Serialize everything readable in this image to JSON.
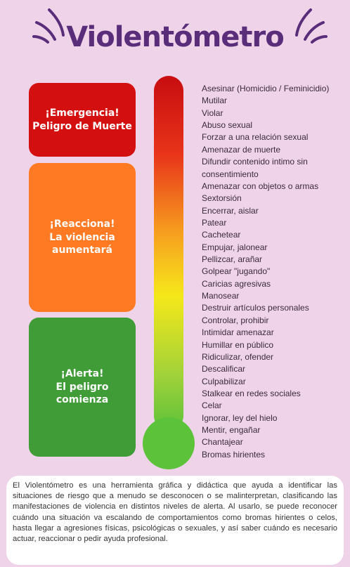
{
  "title": "Violentómetro",
  "zones": {
    "emergency": {
      "line1": "¡Emergencia!",
      "line2": "Peligro de Muerte",
      "color": "#d40f10"
    },
    "react": {
      "line1": "¡Reacciona!",
      "line2": "La violencia",
      "line3": "aumentará",
      "color": "#ff7a22"
    },
    "alert": {
      "line1": "¡Alerta!",
      "line2": "El peligro",
      "line3": "comienza",
      "color": "#3f9c36"
    }
  },
  "levels": [
    "Asesinar (Homicidio / Feminicidio)",
    "Mutilar",
    "Violar",
    "Abuso sexual",
    "Forzar a una relación sexual",
    "Amenazar de muerte",
    "Difundir contenido intimo sin",
    "consentimiento",
    "Amenazar con objetos o armas",
    "Sextorsión",
    "Encerrar, aislar",
    "Patear",
    "Cachetear",
    "Empujar, jalonear",
    "Pellizcar, arañar",
    "Golpear \"jugando\"",
    "Caricias agresivas",
    "Manosear",
    "Destruir artículos personales",
    "Controlar, prohibir",
    "Intimidar amenazar",
    "Humillar en público",
    "Ridiculizar, ofender",
    "Descalificar",
    "Culpabilizar",
    "Stalkear en redes sociales",
    "Celar",
    "Ignorar, ley del hielo",
    "Mentir, engañar",
    "Chantajear",
    "Bromas hirientes"
  ],
  "description": "El Violentómetro es una herramienta gráfica y didáctica que ayuda a identificar las situaciones de riesgo que a menudo se desconocen o se malinterpretan, clasificando las manifestaciones de violencia en distintos niveles de alerta. Al usarlo, se puede reconocer cuándo una situación va escalando de comportamientos como bromas hirientes o celos, hasta llegar a agresiones físicas, psicológicas o sexuales, y así saber cuándo es necesario actuar, reaccionar o pedir ayuda profesional.",
  "colors": {
    "background": "#efd4e9",
    "title": "#5a2d7a",
    "thermo_top": "#d01010",
    "thermo_mid": "#f5e81a",
    "thermo_bottom": "#5cc23a"
  }
}
